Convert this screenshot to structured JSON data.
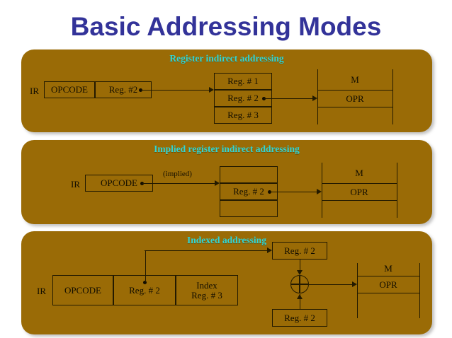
{
  "slide": {
    "title": "Basic Addressing Modes",
    "title_color": "#333399",
    "panel_bg": "#9a6b06",
    "panel_title_color": "#2fd6d6",
    "ink_color": "#120d00"
  },
  "panels": [
    {
      "id": "register-indirect",
      "title": "Register indirect addressing",
      "ir_label": "IR",
      "ir_fields": [
        "OPCODE",
        "Reg. #2"
      ],
      "register_file": [
        "Reg. # 1",
        "Reg. # 2",
        "Reg. # 3"
      ],
      "memory": {
        "top_label": "M",
        "cell": "OPR"
      }
    },
    {
      "id": "implied-register-indirect",
      "title": "Implied register indirect addressing",
      "ir_label": "IR",
      "ir_fields": [
        "OPCODE"
      ],
      "arrow_label": "(implied)",
      "register_file": [
        "",
        "Reg. # 2",
        ""
      ],
      "memory": {
        "top_label": "M",
        "cell": "OPR"
      }
    },
    {
      "id": "indexed",
      "title": "Indexed addressing",
      "ir_label": "IR",
      "ir_fields": [
        "OPCODE",
        "Reg. # 2",
        "Index\nReg. # 3"
      ],
      "ir_field_3_line1": "Index",
      "ir_field_3_line2": "Reg. # 3",
      "top_register": "Reg. # 2",
      "bottom_register": "Reg. # 2",
      "adder_symbol": "plus-in-circle",
      "memory": {
        "top_label": "M",
        "cell": "OPR"
      }
    }
  ]
}
